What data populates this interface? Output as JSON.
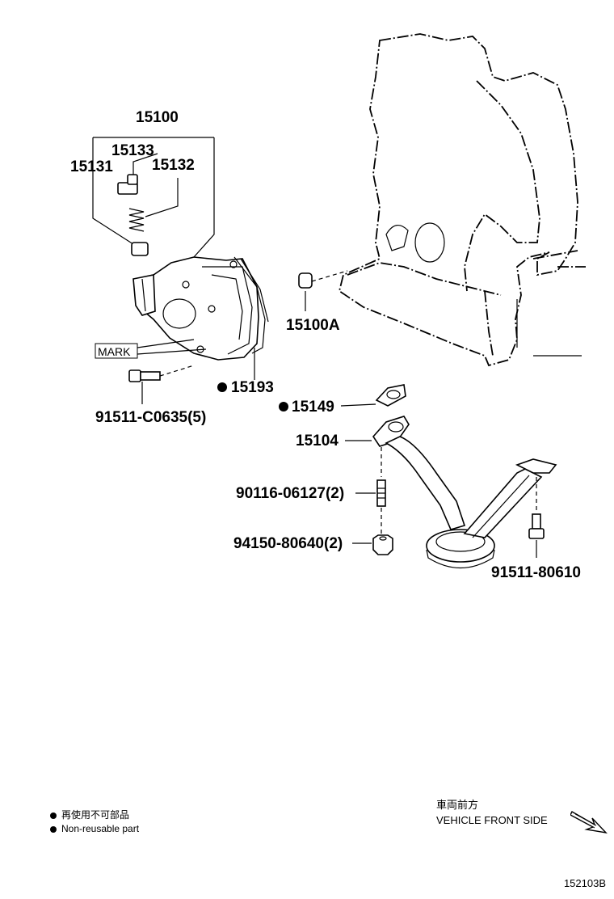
{
  "labels": {
    "p15100": "15100",
    "p15133": "15133",
    "p15131": "15131",
    "p15132": "15132",
    "p15100A": "15100A",
    "mark": "MARK",
    "p91511_C0635": "91511-C0635(5)",
    "p15193": "15193",
    "p15149": "15149",
    "p15104": "15104",
    "p90116": "90116-06127(2)",
    "p94150": "94150-80640(2)",
    "p91511_80610": "91511-80610"
  },
  "legend": {
    "line_jp": "再使用不可部品",
    "line_en": "Non-reusable part"
  },
  "direction": {
    "jp": "車両前方",
    "en": "VEHICLE FRONT SIDE"
  },
  "diagram_id": "152103B"
}
